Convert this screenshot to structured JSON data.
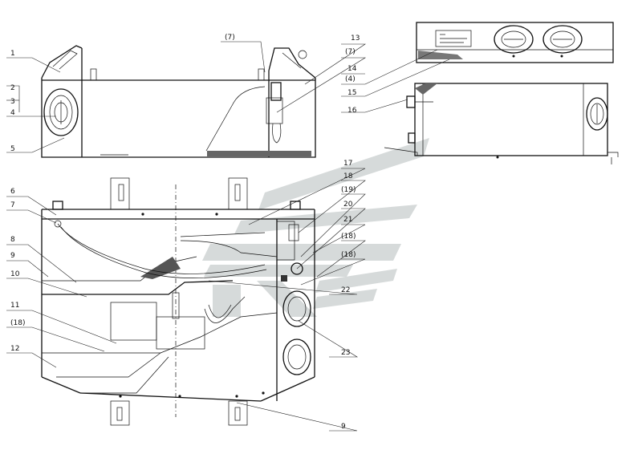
{
  "labels": {
    "p1": "1",
    "p2": "2",
    "p3": "3",
    "p4": "4",
    "p5": "5",
    "p6": "6",
    "p7": "7",
    "p8": "8",
    "p9": "9",
    "p10": "10",
    "p11": "11",
    "p12": "12",
    "p13": "13",
    "p14": "14",
    "p15": "15",
    "p16": "16",
    "p17": "17",
    "p18": "18",
    "p19": "19",
    "p20": "20",
    "p21": "21",
    "p22": "22",
    "p23": "23",
    "ref7a": "(7)",
    "ref7b": "(7)",
    "ref4": "(4)",
    "ref18a": "(18)",
    "ref18b": "(18)",
    "ref18c": "(18)",
    "ref19": "(19)"
  },
  "colors": {
    "line": "#111111",
    "watermark": "#cfd4d3",
    "background": "#ffffff"
  }
}
